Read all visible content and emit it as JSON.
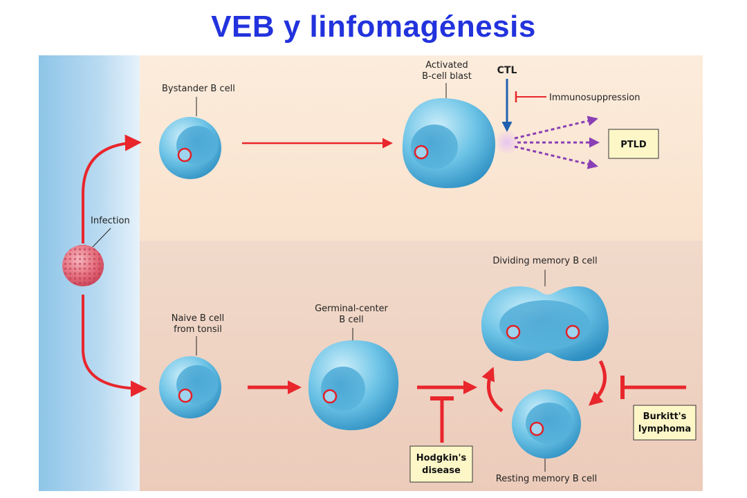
{
  "title": "VEB y linfomagénesis",
  "labels": {
    "infection": "Infection",
    "bystander": "Bystander B cell",
    "activated_1": "Activated",
    "activated_2": "B-cell blast",
    "ctl": "CTL",
    "immunosuppression": "Immunosuppression",
    "ptld": "PTLD",
    "naive_1": "Naive B cell",
    "naive_2": "from tonsil",
    "germinal_1": "Germinal-center",
    "germinal_2": "B cell",
    "dividing": "Dividing memory B cell",
    "resting": "Resting memory B cell",
    "hodgkin_1": "Hodgkin's",
    "hodgkin_2": "disease",
    "burkitt_1": "Burkitt's",
    "burkitt_2": "lymphoma"
  },
  "colors": {
    "title": "#2233dd",
    "arrow": "#e8262c",
    "ctl_arrow": "#1f5fb0",
    "ptld_arrow": "#8a3fb5",
    "label_box": "#fdf7c8",
    "top_panel": "#fbe8d6",
    "bottom_panel": "#efd3c3"
  }
}
